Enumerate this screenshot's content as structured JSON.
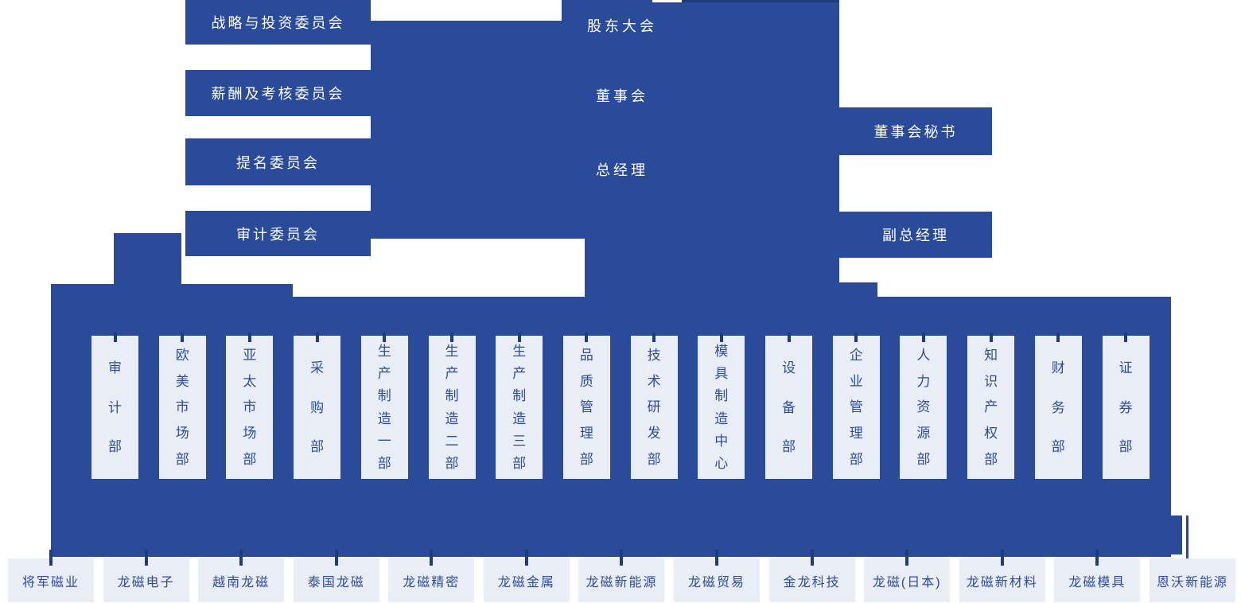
{
  "governance": {
    "committees": [
      "战略与投资委员会",
      "薪酬及考核委员会",
      "提名委员会",
      "审计委员会"
    ],
    "center_nodes": [
      "股东大会",
      "董事会",
      "总经理"
    ],
    "right_nodes": [
      "董事会秘书",
      "副总经理"
    ]
  },
  "departments": [
    "审计部",
    "欧美市场部",
    "亚太市场部",
    "采购部",
    "生产制造一部",
    "生产制造二部",
    "生产制造三部",
    "品质管理部",
    "技术研发部",
    "模具制造中心",
    "设备部",
    "企业管理部",
    "人力资源部",
    "知识产权部",
    "财务部",
    "证券部"
  ],
  "subsidiaries": [
    "将军磁业",
    "龙磁电子",
    "越南龙磁",
    "泰国龙磁",
    "龙磁精密",
    "龙磁金属",
    "龙磁新能源",
    "龙磁贸易",
    "金龙科技",
    "龙磁(日本)",
    "龙磁新材料",
    "龙磁模具",
    "恩沃新能源"
  ],
  "palette": {
    "primary_blue": "#2a4b9a",
    "dark_accent": "#1e3d7d",
    "light_box": "#e9edf6",
    "box_text": "#2d4d9c",
    "background": "#ffffff"
  }
}
